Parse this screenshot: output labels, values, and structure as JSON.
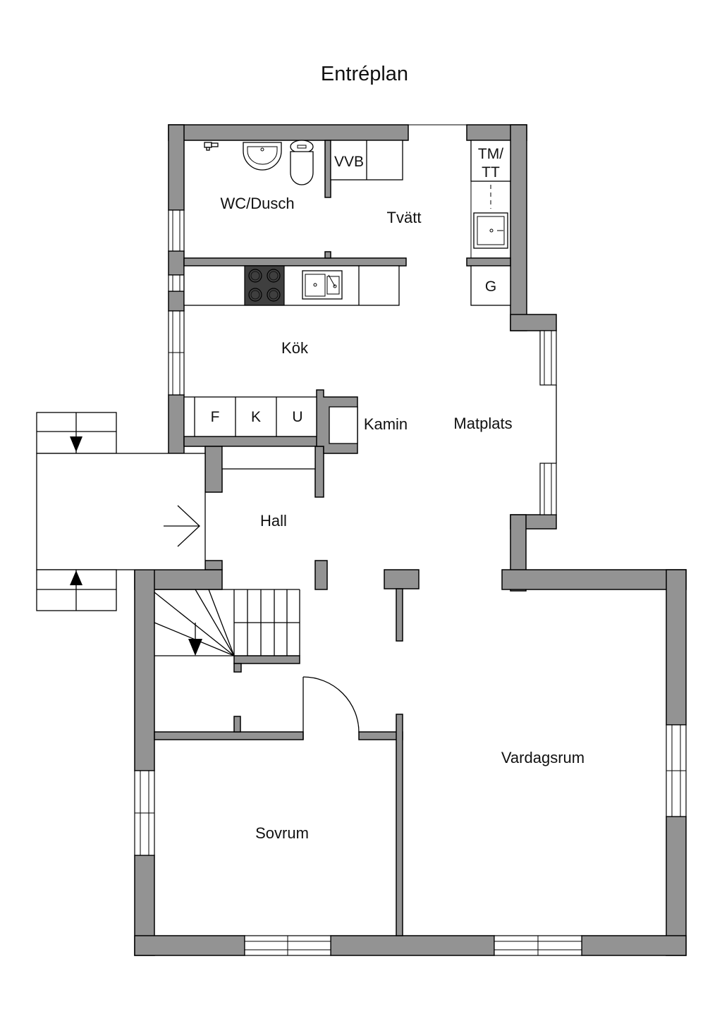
{
  "title": "Entréplan",
  "rooms": {
    "wc": "WC/Dusch",
    "laundry": "Tvätt",
    "kitchen": "Kök",
    "dining": "Matplats",
    "hall": "Hall",
    "fireplace": "Kamin",
    "bedroom": "Sovrum",
    "living": "Vardagsrum"
  },
  "fixtures": {
    "water_heater": "VVB",
    "washer_dryer_line1": "TM/",
    "washer_dryer_line2": "TT",
    "wardrobe": "G",
    "fridge": "F",
    "freezer": "K",
    "oven": "U"
  }
}
